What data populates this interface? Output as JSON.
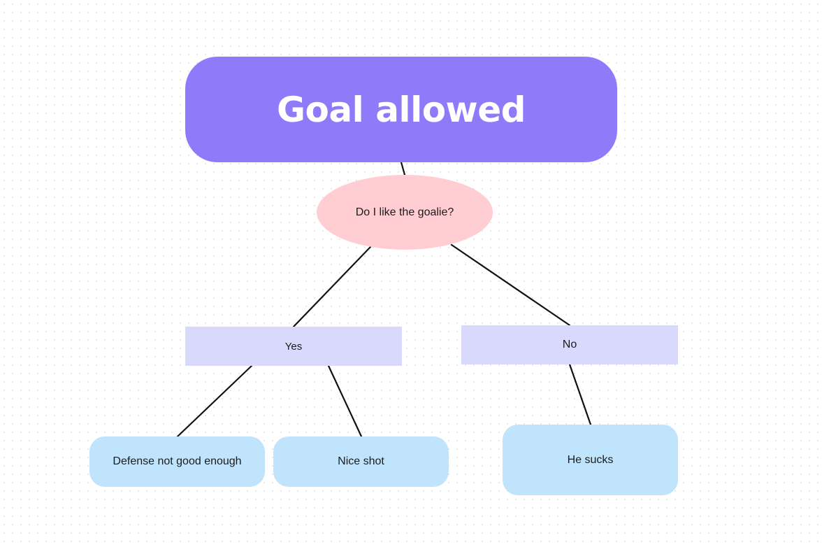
{
  "diagram": {
    "root": {
      "label": "Goal allowed",
      "color": "#8f7bfa"
    },
    "question": {
      "label": "Do I like the goalie?",
      "color": "#ffcdd2"
    },
    "branches": {
      "yes": {
        "label": "Yes",
        "color": "#d8d9fd"
      },
      "no": {
        "label": "No",
        "color": "#d8d9fd"
      }
    },
    "outcomes": {
      "defense": {
        "label": "Defense not good enough",
        "color": "#c0e4fc"
      },
      "nice_shot": {
        "label": "Nice shot",
        "color": "#c0e4fc"
      },
      "he_sucks": {
        "label": "He sucks",
        "color": "#c0e4fc"
      }
    },
    "edges": [
      {
        "from": "Goal allowed",
        "to": "Do I like the goalie?"
      },
      {
        "from": "Do I like the goalie?",
        "to": "Yes"
      },
      {
        "from": "Do I like the goalie?",
        "to": "No"
      },
      {
        "from": "Yes",
        "to": "Defense not good enough"
      },
      {
        "from": "Yes",
        "to": "Nice shot"
      },
      {
        "from": "No",
        "to": "He sucks"
      }
    ]
  }
}
